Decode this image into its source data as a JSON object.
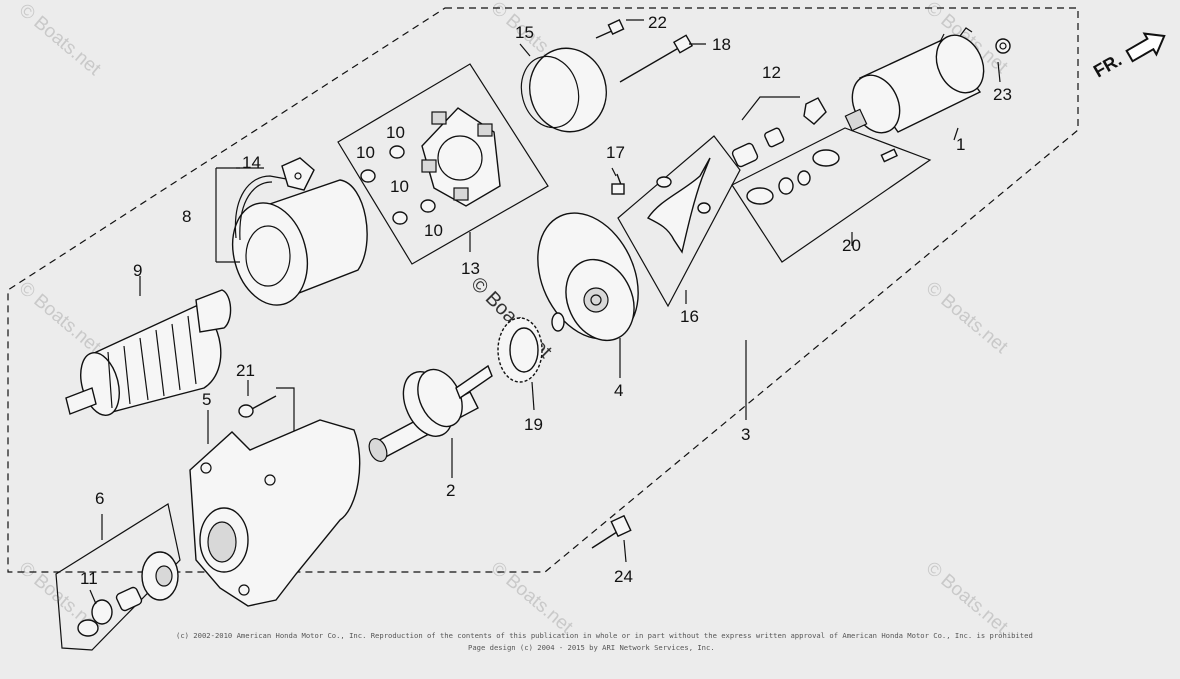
{
  "callouts": {
    "c1": "1",
    "c2": "2",
    "c3": "3",
    "c4": "4",
    "c5": "5",
    "c6": "6",
    "c8": "8",
    "c9": "9",
    "c10a": "10",
    "c10b": "10",
    "c10c": "10",
    "c10d": "10",
    "c11": "11",
    "c12": "12",
    "c13": "13",
    "c14": "14",
    "c15": "15",
    "c16": "16",
    "c17": "17",
    "c18": "18",
    "c19": "19",
    "c20": "20",
    "c21": "21",
    "c22": "22",
    "c23": "23",
    "c24": "24"
  },
  "direction": {
    "label": "FR."
  },
  "watermark": {
    "text": "© Boats.net"
  },
  "footer": {
    "line1": "(c) 2002-2010 American Honda Motor Co., Inc. Reproduction of the contents of this publication in whole or in part without the express written approval of American Honda Motor Co., Inc. is prohibited",
    "line2": "Page design (c) 2004 - 2015 by ARI Network Services, Inc."
  },
  "colors": {
    "background": "#ececec",
    "ink": "#111111",
    "watermark": "#c9c9c9"
  }
}
